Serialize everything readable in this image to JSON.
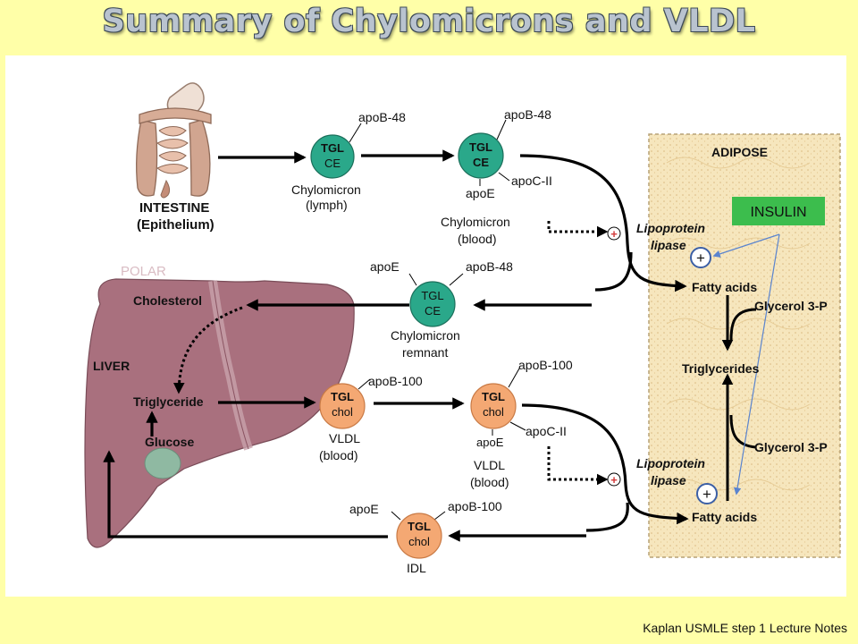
{
  "title": "Summary of Chylomicrons and VLDL",
  "caption": "Kaplan USMLE step 1 Lecture Notes",
  "colors": {
    "background": "#ffffa8",
    "chylomicron": "#2aa88a",
    "vldl": "#f4a873",
    "liver": "#a9707e",
    "adipose": "#f6e6bd",
    "insulin": "#3cbd4d",
    "plus_circle": "#3b5fa6"
  },
  "organs": {
    "intestine_name": "INTESTINE",
    "intestine_sub": "(Epithelium)",
    "liver_name": "LIVER",
    "adipose_name": "ADIPOSE",
    "polar_watermark": "POLAR"
  },
  "liver_items": {
    "cholesterol": "Cholesterol",
    "triglyceride": "Triglyceride",
    "glucose": "Glucose"
  },
  "particles": {
    "chylo_lymph": {
      "core1": "TGL",
      "core2": "CE",
      "apo1": "apoB-48",
      "name1": "Chylomicron",
      "name2": "(lymph)"
    },
    "chylo_blood": {
      "core1": "TGL",
      "core2": "CE",
      "apo1": "apoB-48",
      "apo2": "apoE",
      "apo3": "apoC-II",
      "name1": "Chylomicron",
      "name2": "(blood)"
    },
    "chylo_remnant": {
      "core1": "TGL",
      "core2": "CE",
      "apo1": "apoE",
      "apo2": "apoB-48",
      "name1": "Chylomicron",
      "name2": "remnant"
    },
    "vldl_new": {
      "core1": "TGL",
      "core2": "chol",
      "apo1": "apoB-100",
      "name1": "VLDL",
      "name2": "(blood)"
    },
    "vldl_blood": {
      "core1": "TGL",
      "core2": "chol",
      "apo1": "apoB-100",
      "apo2": "apoE",
      "apo3": "apoC-II",
      "name1": "VLDL",
      "name2": "(blood)"
    },
    "idl": {
      "core1": "TGL",
      "core2": "chol",
      "apo1": "apoE",
      "apo2": "apoB-100",
      "name1": "IDL"
    }
  },
  "lipase": {
    "line1": "Lipoprotein",
    "line2": "lipase",
    "line2_top": "lipase"
  },
  "adipose_items": {
    "fatty_acids_top": "Fatty acids",
    "glycerol_top": "Glycerol 3-P",
    "triglycerides": "Triglycerides",
    "glycerol_bottom": "Glycerol 3-P",
    "fatty_acids_bottom": "Fatty acids"
  },
  "insulin": {
    "label": "INSULIN",
    "plus": "+"
  },
  "activation": {
    "symbol": "+"
  }
}
